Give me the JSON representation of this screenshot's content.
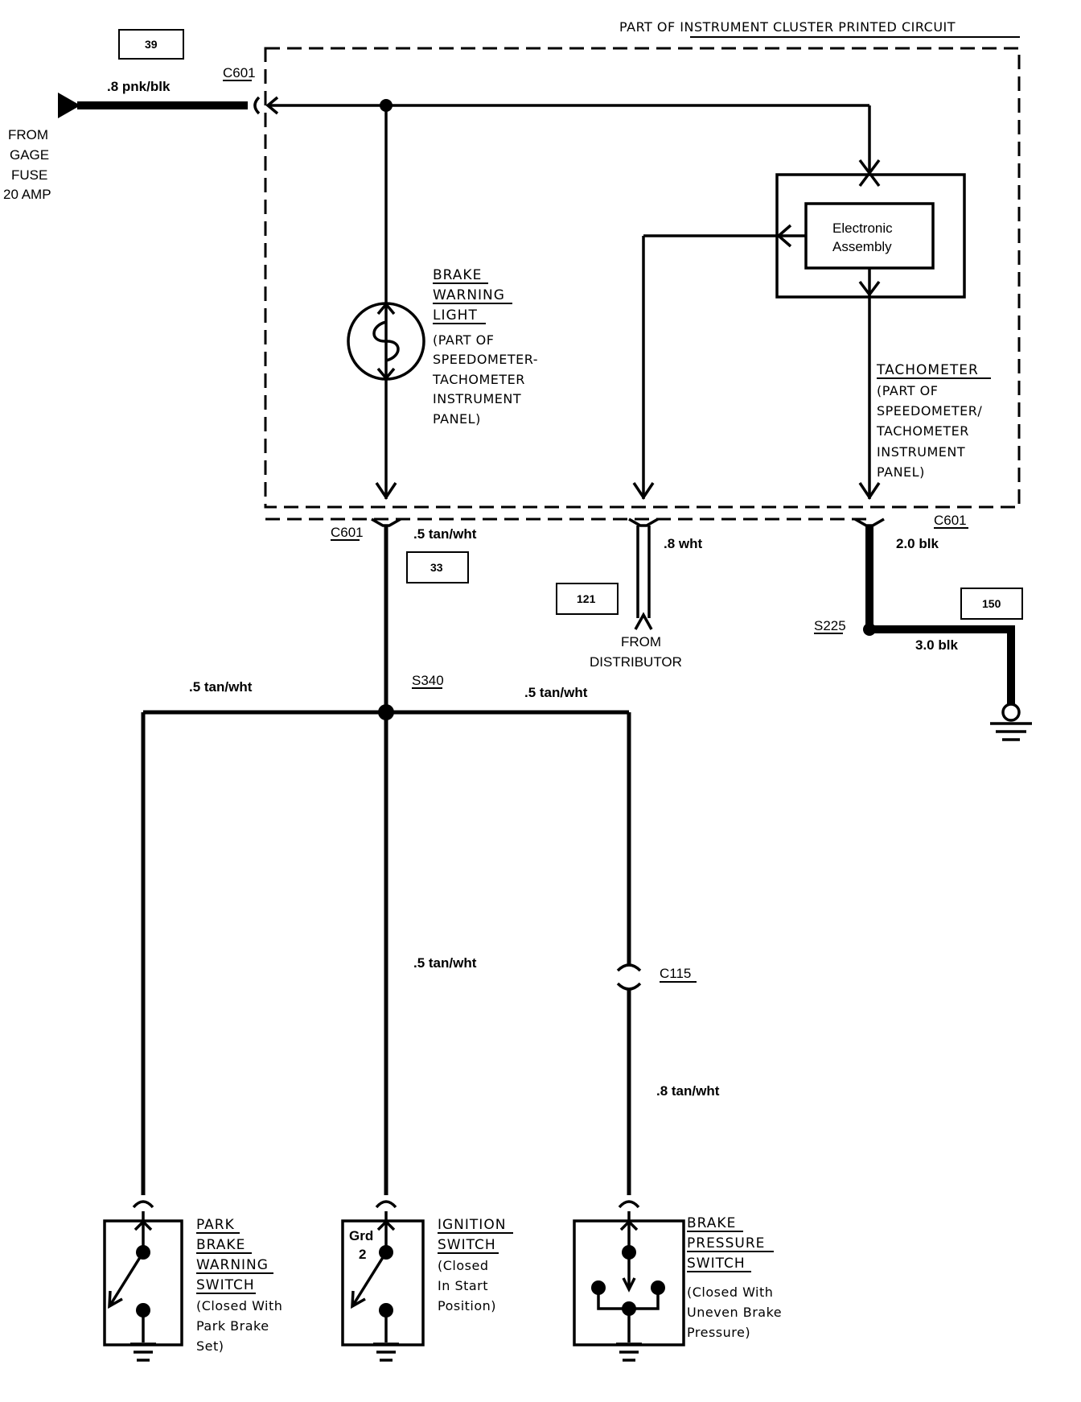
{
  "header": {
    "cluster_title": "PART OF INSTRUMENT CLUSTER PRINTED CIRCUIT"
  },
  "fuse": {
    "line1": "FROM",
    "line2": "GAGE",
    "line3": "FUSE",
    "line4": "20 AMP"
  },
  "boxes": {
    "b39": "39",
    "b33": "33",
    "b121": "121",
    "b150": "150"
  },
  "wires": {
    "feed": ".8 pnk/blk",
    "tan1": ".5 tan/wht",
    "white": ".8 wht",
    "blk2": "2.0 blk",
    "blk3": "3.0 blk",
    "tan_left": ".5 tan/wht",
    "tan_right": ".5 tan/wht",
    "tan_mid": ".5 tan/wht",
    "tan8": ".8 tan/wht"
  },
  "connectors": {
    "c601_top": "C601",
    "c601_left": "C601",
    "c601_right": "C601",
    "c115": "C115",
    "s340": "S340",
    "s225": "S225"
  },
  "distributor": {
    "line1": "FROM",
    "line2": "DISTRIBUTOR"
  },
  "electronic": {
    "line1": "Electronic",
    "line2": "Assembly"
  },
  "brake_light": {
    "t1": "BRAKE",
    "t2": "WARNING",
    "t3": "LIGHT",
    "n1": "(PART OF",
    "n2": "SPEEDOMETER-",
    "n3": "TACHOMETER",
    "n4": "INSTRUMENT",
    "n5": "PANEL)"
  },
  "tachometer": {
    "t1": "TACHOMETER",
    "n1": "(PART OF",
    "n2": "SPEEDOMETER/",
    "n3": "TACHOMETER",
    "n4": "INSTRUMENT",
    "n5": "PANEL)"
  },
  "park_switch": {
    "t1": "PARK",
    "t2": "BRAKE",
    "t3": "WARNING",
    "t4": "SWITCH",
    "n1": "(Closed With",
    "n2": "Park Brake",
    "n3": "Set)"
  },
  "ignition_switch": {
    "grd1": "Grd",
    "grd2": "2",
    "t1": "IGNITION",
    "t2": "SWITCH",
    "n1": "(Closed",
    "n2": "In Start",
    "n3": "Position)"
  },
  "pressure_switch": {
    "t1": "BRAKE",
    "t2": "PRESSURE",
    "t3": "SWITCH",
    "n1": "(Closed With",
    "n2": "Uneven Brake",
    "n3": "Pressure)"
  }
}
